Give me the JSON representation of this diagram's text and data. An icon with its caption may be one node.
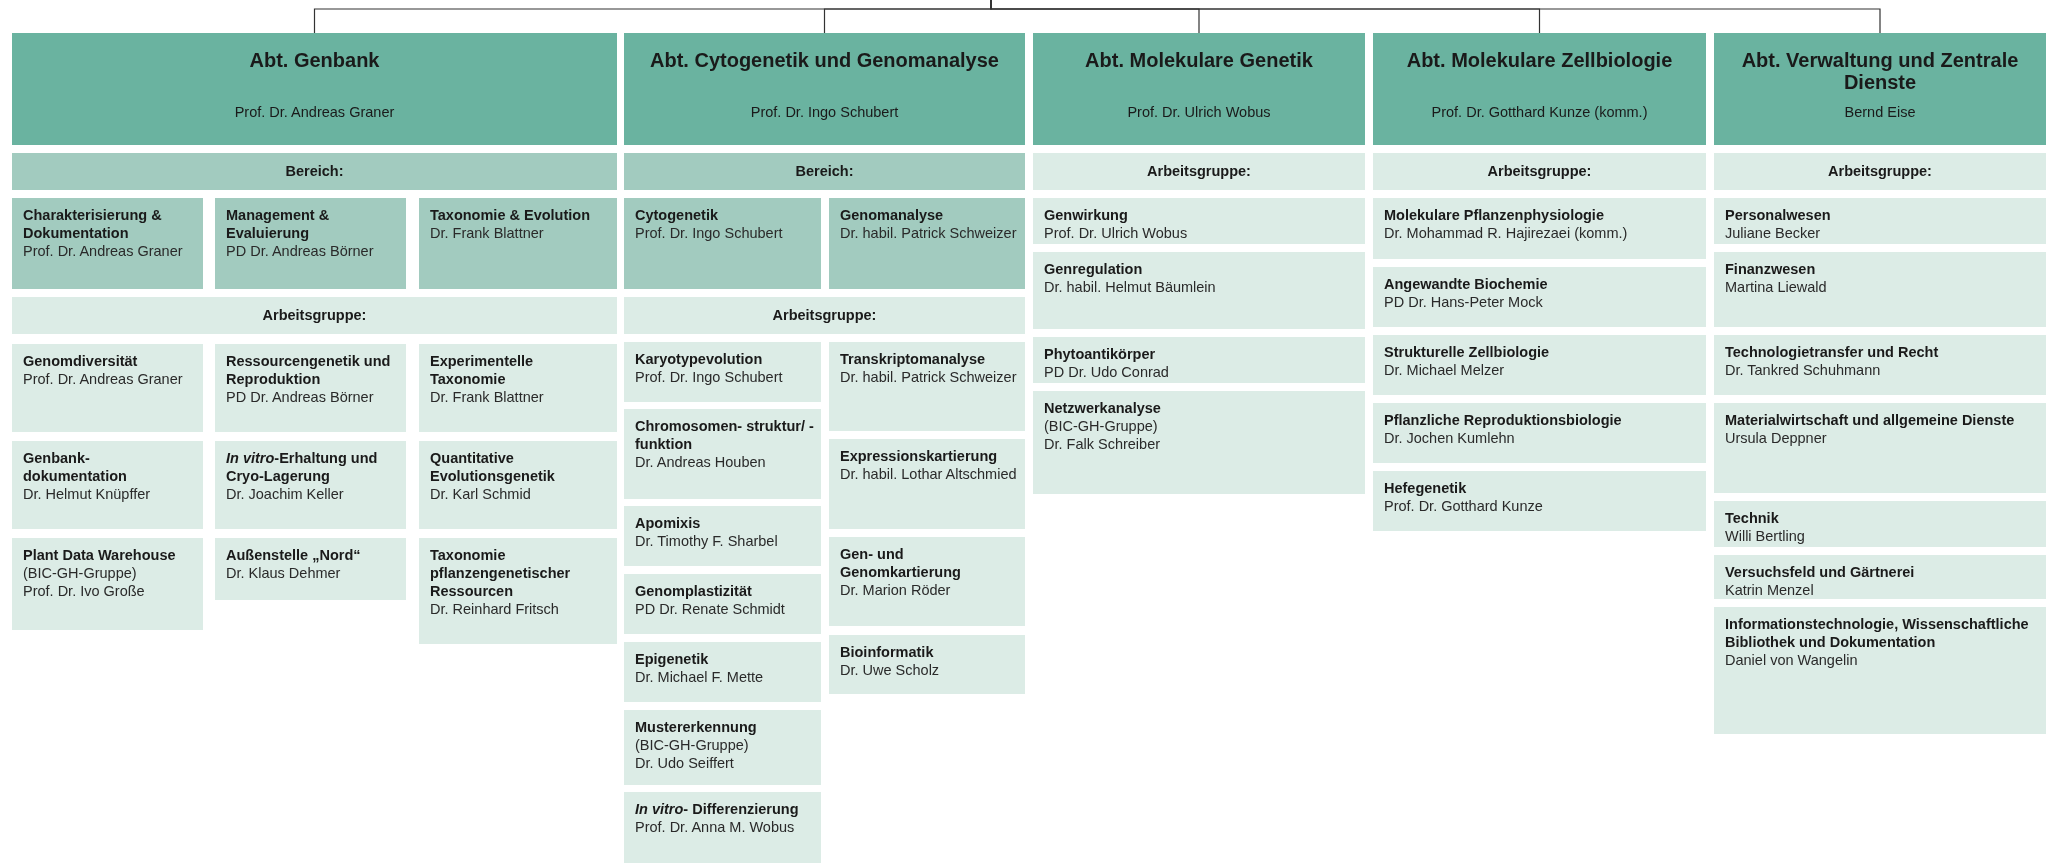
{
  "diagram": {
    "nodes": [
      {
        "text": [
          "Abt. Genbank",
          "Prof. Dr. Andreas Graner"
        ]
      },
      {
        "text": [
          "Bereich:"
        ]
      },
      {
        "text": [
          "Charakterisierung & Dokumentation",
          "Prof. Dr. Andreas Graner"
        ]
      },
      {
        "text": [
          "Management & Evaluierung",
          "PD Dr. Andreas Börner"
        ]
      },
      {
        "text": [
          "Taxonomie & Evolution",
          "Dr. Frank Blattner"
        ]
      },
      {
        "text": [
          "Arbeitsgruppe:"
        ]
      },
      {
        "text": [
          "Genomdiversität",
          "Prof. Dr. Andreas Graner"
        ]
      },
      {
        "text": [
          "Ressourcengenetik und Reproduktion",
          "PD Dr. Andreas Börner"
        ]
      },
      {
        "text": [
          "Experimentelle Taxonomie",
          "Dr. Frank Blattner"
        ]
      },
      {
        "text": [
          "Genbank- dokumentation",
          "Dr. Helmut Knüpffer"
        ]
      },
      {
        "text": [
          "*In vitro*-Erhaltung und Cryo-Lagerung",
          "Dr. Joachim Keller"
        ]
      },
      {
        "text": [
          "Quantitative Evolutionsgenetik",
          "Dr. Karl Schmid"
        ]
      },
      {
        "text": [
          "Plant Data Warehouse",
          "(BIC-GH-Gruppe)",
          "Prof. Dr. Ivo Große"
        ]
      },
      {
        "text": [
          "Außenstelle „Nord“",
          "Dr. Klaus Dehmer"
        ]
      },
      {
        "text": [
          "Taxonomie pflanzengenetischer Ressourcen",
          "Dr. Reinhard Fritsch"
        ]
      },
      {
        "text": [
          "Abt. Cytogenetik und Genomanalyse",
          "Prof. Dr. Ingo Schubert"
        ]
      },
      {
        "text": [
          "Bereich:"
        ]
      },
      {
        "text": [
          "Cytogenetik",
          "Prof. Dr. Ingo Schubert"
        ]
      },
      {
        "text": [
          "Genomanalyse",
          "Dr. habil. Patrick Schweizer"
        ]
      },
      {
        "text": [
          "Arbeitsgruppe:"
        ]
      },
      {
        "text": [
          "Karyotypevolution",
          "Prof. Dr. Ingo Schubert"
        ]
      },
      {
        "text": [
          "Transkriptomanalyse",
          "Dr. habil. Patrick Schweizer"
        ]
      },
      {
        "text": [
          "Chromosomen- struktur/ -funktion",
          "Dr. Andreas Houben"
        ]
      },
      {
        "text": [
          "Expressionskartierung",
          "Dr. habil. Lothar Altschmied"
        ]
      },
      {
        "text": [
          "Apomixis",
          "Dr. Timothy F. Sharbel"
        ]
      },
      {
        "text": [
          "Gen- und Genomkartierung",
          "Dr. Marion Röder"
        ]
      },
      {
        "text": [
          "Genomplastizität",
          "PD Dr. Renate Schmidt"
        ]
      },
      {
        "text": [
          "Bioinformatik",
          "Dr. Uwe Scholz"
        ]
      },
      {
        "text": [
          "Epigenetik",
          "Dr. Michael F. Mette"
        ]
      },
      {
        "text": [
          "Mustererkennung",
          "(BIC-GH-Gruppe)",
          "Dr. Udo Seiffert"
        ]
      },
      {
        "text": [
          "*In vitro*- Differenzierung",
          "Prof. Dr. Anna M. Wobus"
        ]
      },
      {
        "text": [
          "Abt. Molekulare Genetik",
          "Prof. Dr. Ulrich Wobus"
        ]
      },
      {
        "text": [
          "Arbeitsgruppe:"
        ]
      },
      {
        "text": [
          "Genwirkung",
          "Prof. Dr. Ulrich Wobus"
        ]
      },
      {
        "text": [
          "Genregulation",
          "Dr. habil. Helmut Bäumlein"
        ]
      },
      {
        "text": [
          "Phytoantikörper",
          "PD Dr. Udo Conrad"
        ]
      },
      {
        "text": [
          "Netzwerkanalyse",
          "(BIC-GH-Gruppe)",
          "Dr. Falk Schreiber"
        ]
      },
      {
        "text": [
          "Abt. Molekulare Zellbiologie",
          "Prof. Dr. Gotthard Kunze (komm.)"
        ]
      },
      {
        "text": [
          "Arbeitsgruppe:"
        ]
      },
      {
        "text": [
          "Molekulare Pflanzenphysiologie",
          "Dr. Mohammad R. Hajirezaei (komm.)"
        ]
      },
      {
        "text": [
          "Angewandte Biochemie",
          "PD Dr. Hans-Peter Mock"
        ]
      },
      {
        "text": [
          "Strukturelle Zellbiologie",
          "Dr. Michael Melzer"
        ]
      },
      {
        "text": [
          "Pflanzliche Reproduktionsbiologie",
          "Dr. Jochen Kumlehn"
        ]
      },
      {
        "text": [
          "Hefegenetik",
          "Prof. Dr. Gotthard Kunze"
        ]
      },
      {
        "text": [
          "Abt. Verwaltung und Zentrale Dienste",
          "Bernd Eise"
        ]
      },
      {
        "text": [
          "Arbeitsgruppe:"
        ]
      },
      {
        "text": [
          "Personalwesen",
          "Juliane Becker"
        ]
      },
      {
        "text": [
          "Finanzwesen",
          "Martina Liewald"
        ]
      },
      {
        "text": [
          "Technologietransfer und Recht",
          "Dr. Tankred Schuhmann"
        ]
      },
      {
        "text": [
          "Materialwirtschaft und allgemeine Dienste",
          "Ursula Deppner"
        ]
      },
      {
        "text": [
          "Technik",
          "Willi Bertling"
        ]
      },
      {
        "text": [
          "Versuchsfeld und Gärtnerei",
          "Katrin Menzel"
        ]
      },
      {
        "text": [
          "Informationstechnologie, Wissenschaftliche Bibliothek und Dokumentation",
          "Daniel von Wangelin"
        ]
      }
    ],
    "edges": [
      {
        "from": null,
        "to": 0,
        "arrow": "none"
      },
      {
        "from": null,
        "to": 15,
        "arrow": "none"
      },
      {
        "from": null,
        "to": 31,
        "arrow": "none"
      },
      {
        "from": null,
        "to": 37,
        "arrow": "none"
      },
      {
        "from": null,
        "to": 44,
        "arrow": "none"
      }
    ]
  }
}
